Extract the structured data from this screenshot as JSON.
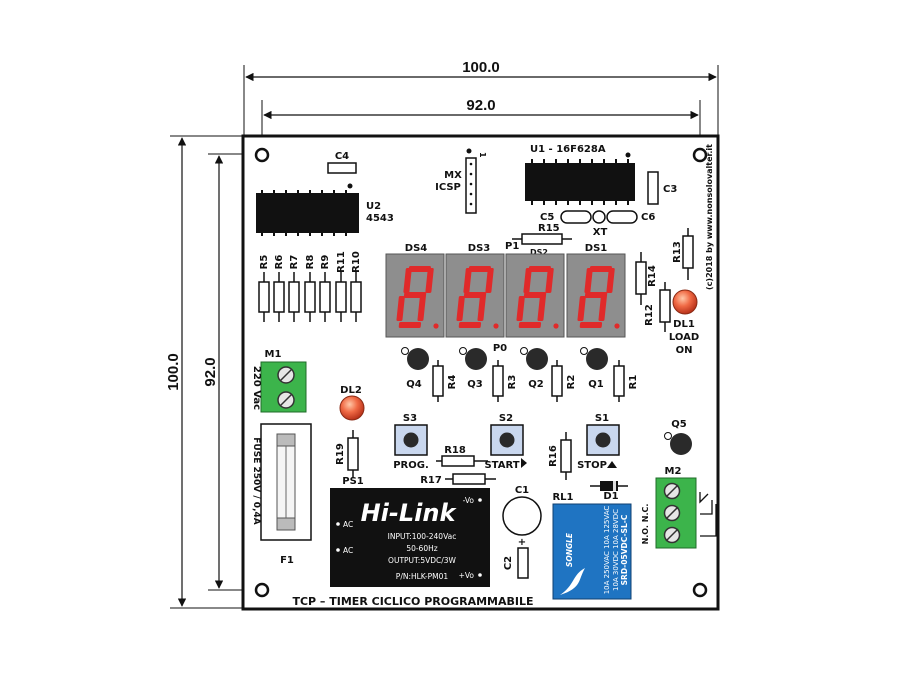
{
  "dimensions": {
    "outer_width": "100.0",
    "inner_width": "92.0",
    "outer_height": "100.0",
    "inner_height": "92.0"
  },
  "board_title": "TCP – TIMER CICLICO PROGRAMMABILE",
  "copyright": "(c)2018 by www.nonsolovalter.it",
  "chips": {
    "u1": "U1 - 16F628A",
    "u2_ref": "U2",
    "u2_part": "4543"
  },
  "capacitors": {
    "c1": "C1",
    "c2": "C2",
    "c3": "C3",
    "c4": "C4",
    "c5": "C5",
    "c6": "C6"
  },
  "crystal": "XT",
  "icsp": {
    "line1": "MX",
    "line2": "ICSP",
    "pin1": "1"
  },
  "resistors": {
    "r1": "R1",
    "r2": "R2",
    "r3": "R3",
    "r4": "R4",
    "r5": "R5",
    "r6": "R6",
    "r7": "R7",
    "r8": "R8",
    "r9": "R9",
    "r10": "R10",
    "r11": "R11",
    "r12": "R12",
    "r13": "R13",
    "r14": "R14",
    "r15": "R15",
    "r16": "R16",
    "r17": "R17",
    "r18": "R18",
    "r19": "R19"
  },
  "trimmer": {
    "ref": "P1",
    "sub": "DS2"
  },
  "displays": {
    "ds1": "DS1",
    "ds2": "DS2",
    "ds3": "DS3",
    "ds4": "DS4",
    "digits": "8888"
  },
  "transistors": {
    "q1": "Q1",
    "q2": "Q2",
    "q3": "Q3",
    "q4": "Q4",
    "q5": "Q5",
    "p0": "P0"
  },
  "leds": {
    "dl1_ref": "DL1",
    "dl1_line1": "LOAD",
    "dl1_line2": "ON",
    "dl2": "DL2"
  },
  "switches": {
    "s1": "S1",
    "s2": "S2",
    "s3": "S3",
    "prog": "PROG.",
    "start": "START",
    "stop": "STOP"
  },
  "terminals": {
    "m1": "M1",
    "m1_label": "220 Vac",
    "m2": "M2",
    "m2_label": "N.O. N.C."
  },
  "fuse": {
    "ref": "F1",
    "label": "FUSE 250V / 0,4A"
  },
  "power_supply": {
    "ref": "PS1",
    "brand": "Hi-Link",
    "input": "INPUT:100-240Vac",
    "freq": "50-60Hz",
    "output": "OUTPUT:5VDC/3W",
    "part": "P/N:HLK-PM01",
    "ac1": "AC",
    "ac2": "AC",
    "vneg": "-Vo",
    "vpos": "+Vo"
  },
  "relay": {
    "ref": "RL1",
    "line1": "10A 250VAC  10A 125VAC",
    "line2": "10A 30VDC  10A 28VDC",
    "model": "SRD-05VDC-SL-C",
    "brand": "SONGLE"
  },
  "diode": "D1",
  "colors": {
    "board": "#ffffff",
    "outline": "#111111",
    "display_body": "#8e8e8e",
    "segment": "#e02a2a",
    "terminal": "#3cb44b",
    "led": "#e8553a",
    "relay": "#1f74c2",
    "button": "#c9d7ee"
  }
}
